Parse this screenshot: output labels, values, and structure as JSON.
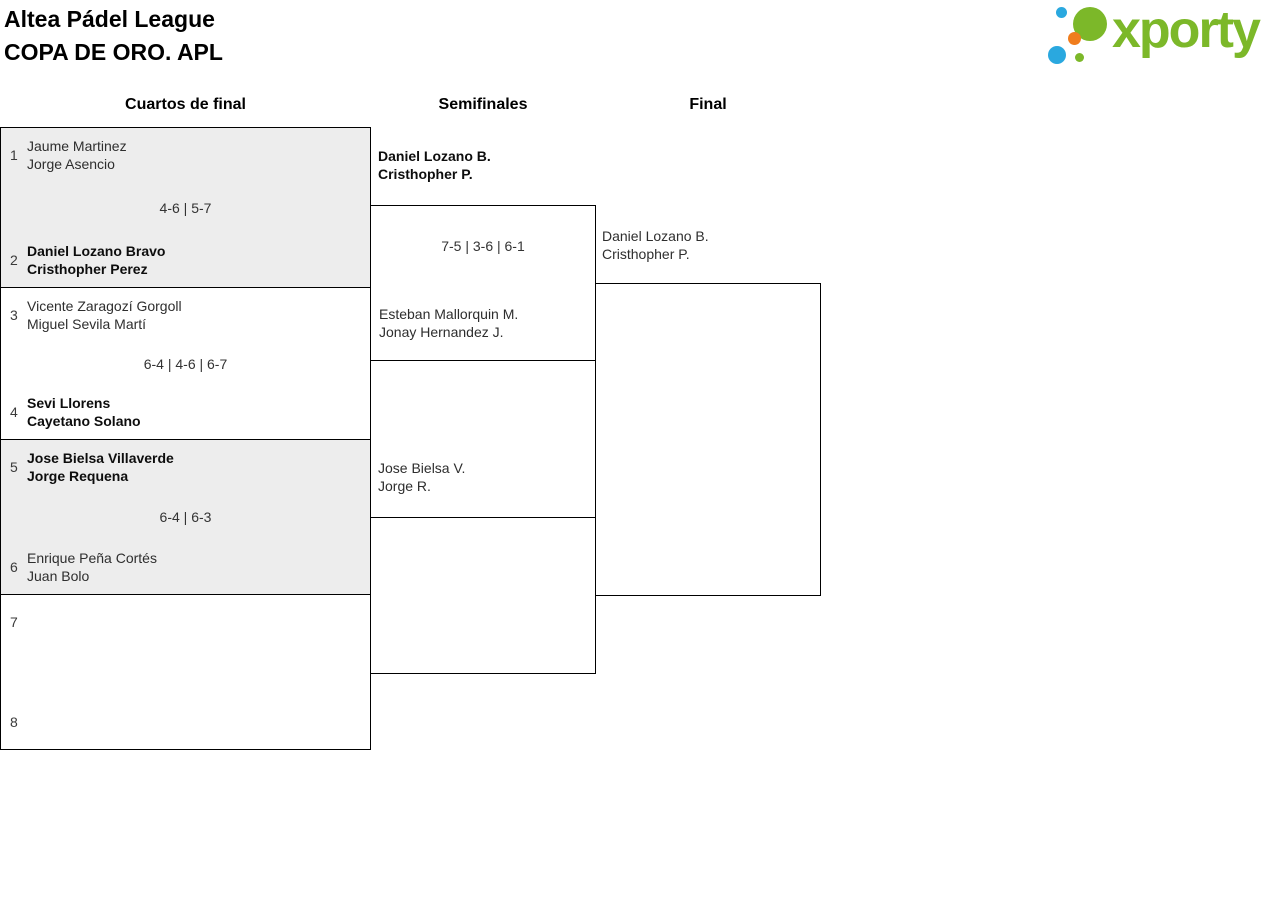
{
  "header": {
    "title": "Altea Pádel League",
    "subtitle": "COPA DE ORO. APL",
    "logo_text": "xporty"
  },
  "columns": {
    "quarterfinals_label": "Cuartos de final",
    "semifinals_label": "Semifinales",
    "final_label": "Final"
  },
  "colors": {
    "match_shaded_bg": "#ededed",
    "border": "#000000",
    "logo_green": "#7cb829",
    "logo_blue": "#2aa8df",
    "logo_orange": "#f07d1d"
  },
  "chart_data": {
    "type": "table",
    "title": "Altea Pádel League - COPA DE ORO. APL bracket",
    "rounds": [
      "Cuartos de final",
      "Semifinales",
      "Final"
    ],
    "matches": [
      {
        "round": "Cuartos de final",
        "teams": [
          "Jaume Martinez / Jorge Asencio",
          "Daniel Lozano Bravo / Cristhopher Perez"
        ],
        "score": "4-6 | 5-7",
        "winner": "Daniel Lozano Bravo / Cristhopher Perez"
      },
      {
        "round": "Cuartos de final",
        "teams": [
          "Vicente Zaragozí Gorgoll / Miguel Sevila Martí",
          "Sevi Llorens / Cayetano Solano"
        ],
        "score": "6-4 | 4-6 | 6-7",
        "winner": "Sevi Llorens / Cayetano Solano"
      },
      {
        "round": "Cuartos de final",
        "teams": [
          "Jose Bielsa Villaverde / Jorge Requena",
          "Enrique Peña Cortés / Juan Bolo"
        ],
        "score": "6-4 | 6-3",
        "winner": "Jose Bielsa Villaverde / Jorge Requena"
      },
      {
        "round": "Cuartos de final",
        "teams": [
          "",
          ""
        ],
        "score": "",
        "winner": ""
      },
      {
        "round": "Semifinales",
        "teams": [
          "Daniel Lozano B. / Cristhopher P.",
          "Esteban Mallorquin M. / Jonay Hernandez J."
        ],
        "score": "7-5 | 3-6 | 6-1",
        "winner": "Daniel Lozano B. / Cristhopher P."
      },
      {
        "round": "Semifinales",
        "teams": [
          "Jose Bielsa V. / Jorge R.",
          ""
        ],
        "score": "",
        "winner": ""
      },
      {
        "round": "Final",
        "teams": [
          "Daniel Lozano B. / Cristhopher P.",
          ""
        ],
        "score": "",
        "winner": ""
      }
    ]
  },
  "quarterfinals": [
    {
      "top": {
        "seed": "1",
        "line1": "Jaume Martinez",
        "line2": "Jorge Asencio"
      },
      "score": "4-6 | 5-7",
      "bottom": {
        "seed": "2",
        "line1": "Daniel Lozano Bravo",
        "line2": "Cristhopher Perez"
      }
    },
    {
      "top": {
        "seed": "3",
        "line1": "Vicente Zaragozí Gorgoll",
        "line2": "Miguel Sevila Martí"
      },
      "score": "6-4 | 4-6 | 6-7",
      "bottom": {
        "seed": "4",
        "line1": "Sevi Llorens",
        "line2": "Cayetano Solano"
      }
    },
    {
      "top": {
        "seed": "5",
        "line1": "Jose Bielsa Villaverde",
        "line2": "Jorge Requena"
      },
      "score": "6-4 | 6-3",
      "bottom": {
        "seed": "6",
        "line1": "Enrique Peña Cortés",
        "line2": "Juan Bolo"
      }
    },
    {
      "top": {
        "seed": "7",
        "line1": "",
        "line2": ""
      },
      "score": "",
      "bottom": {
        "seed": "8",
        "line1": "",
        "line2": ""
      }
    }
  ],
  "semifinals": [
    {
      "top": {
        "line1": "Daniel Lozano B.",
        "line2": "Cristhopher P."
      },
      "score": "7-5 | 3-6 | 6-1",
      "bottom": {
        "line1": "Esteban Mallorquin M.",
        "line2": "Jonay Hernandez J."
      }
    },
    {
      "top": {
        "line1": "Jose Bielsa V.",
        "line2": "Jorge R."
      },
      "score": "",
      "bottom": {
        "line1": "",
        "line2": ""
      }
    }
  ],
  "final": {
    "top": {
      "line1": "Daniel Lozano B.",
      "line2": "Cristhopher P."
    }
  }
}
